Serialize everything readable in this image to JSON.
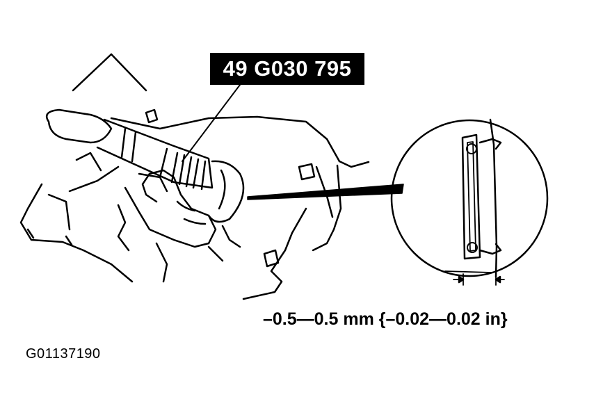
{
  "tool_callout": {
    "part_number": "49 G030 795"
  },
  "detail": {
    "clearance_spec": "–0.5—0.5 mm {–0.02—0.02 in}"
  },
  "figure": {
    "id": "G01137190"
  },
  "colors": {
    "ink": "#000000",
    "paper": "#ffffff"
  }
}
